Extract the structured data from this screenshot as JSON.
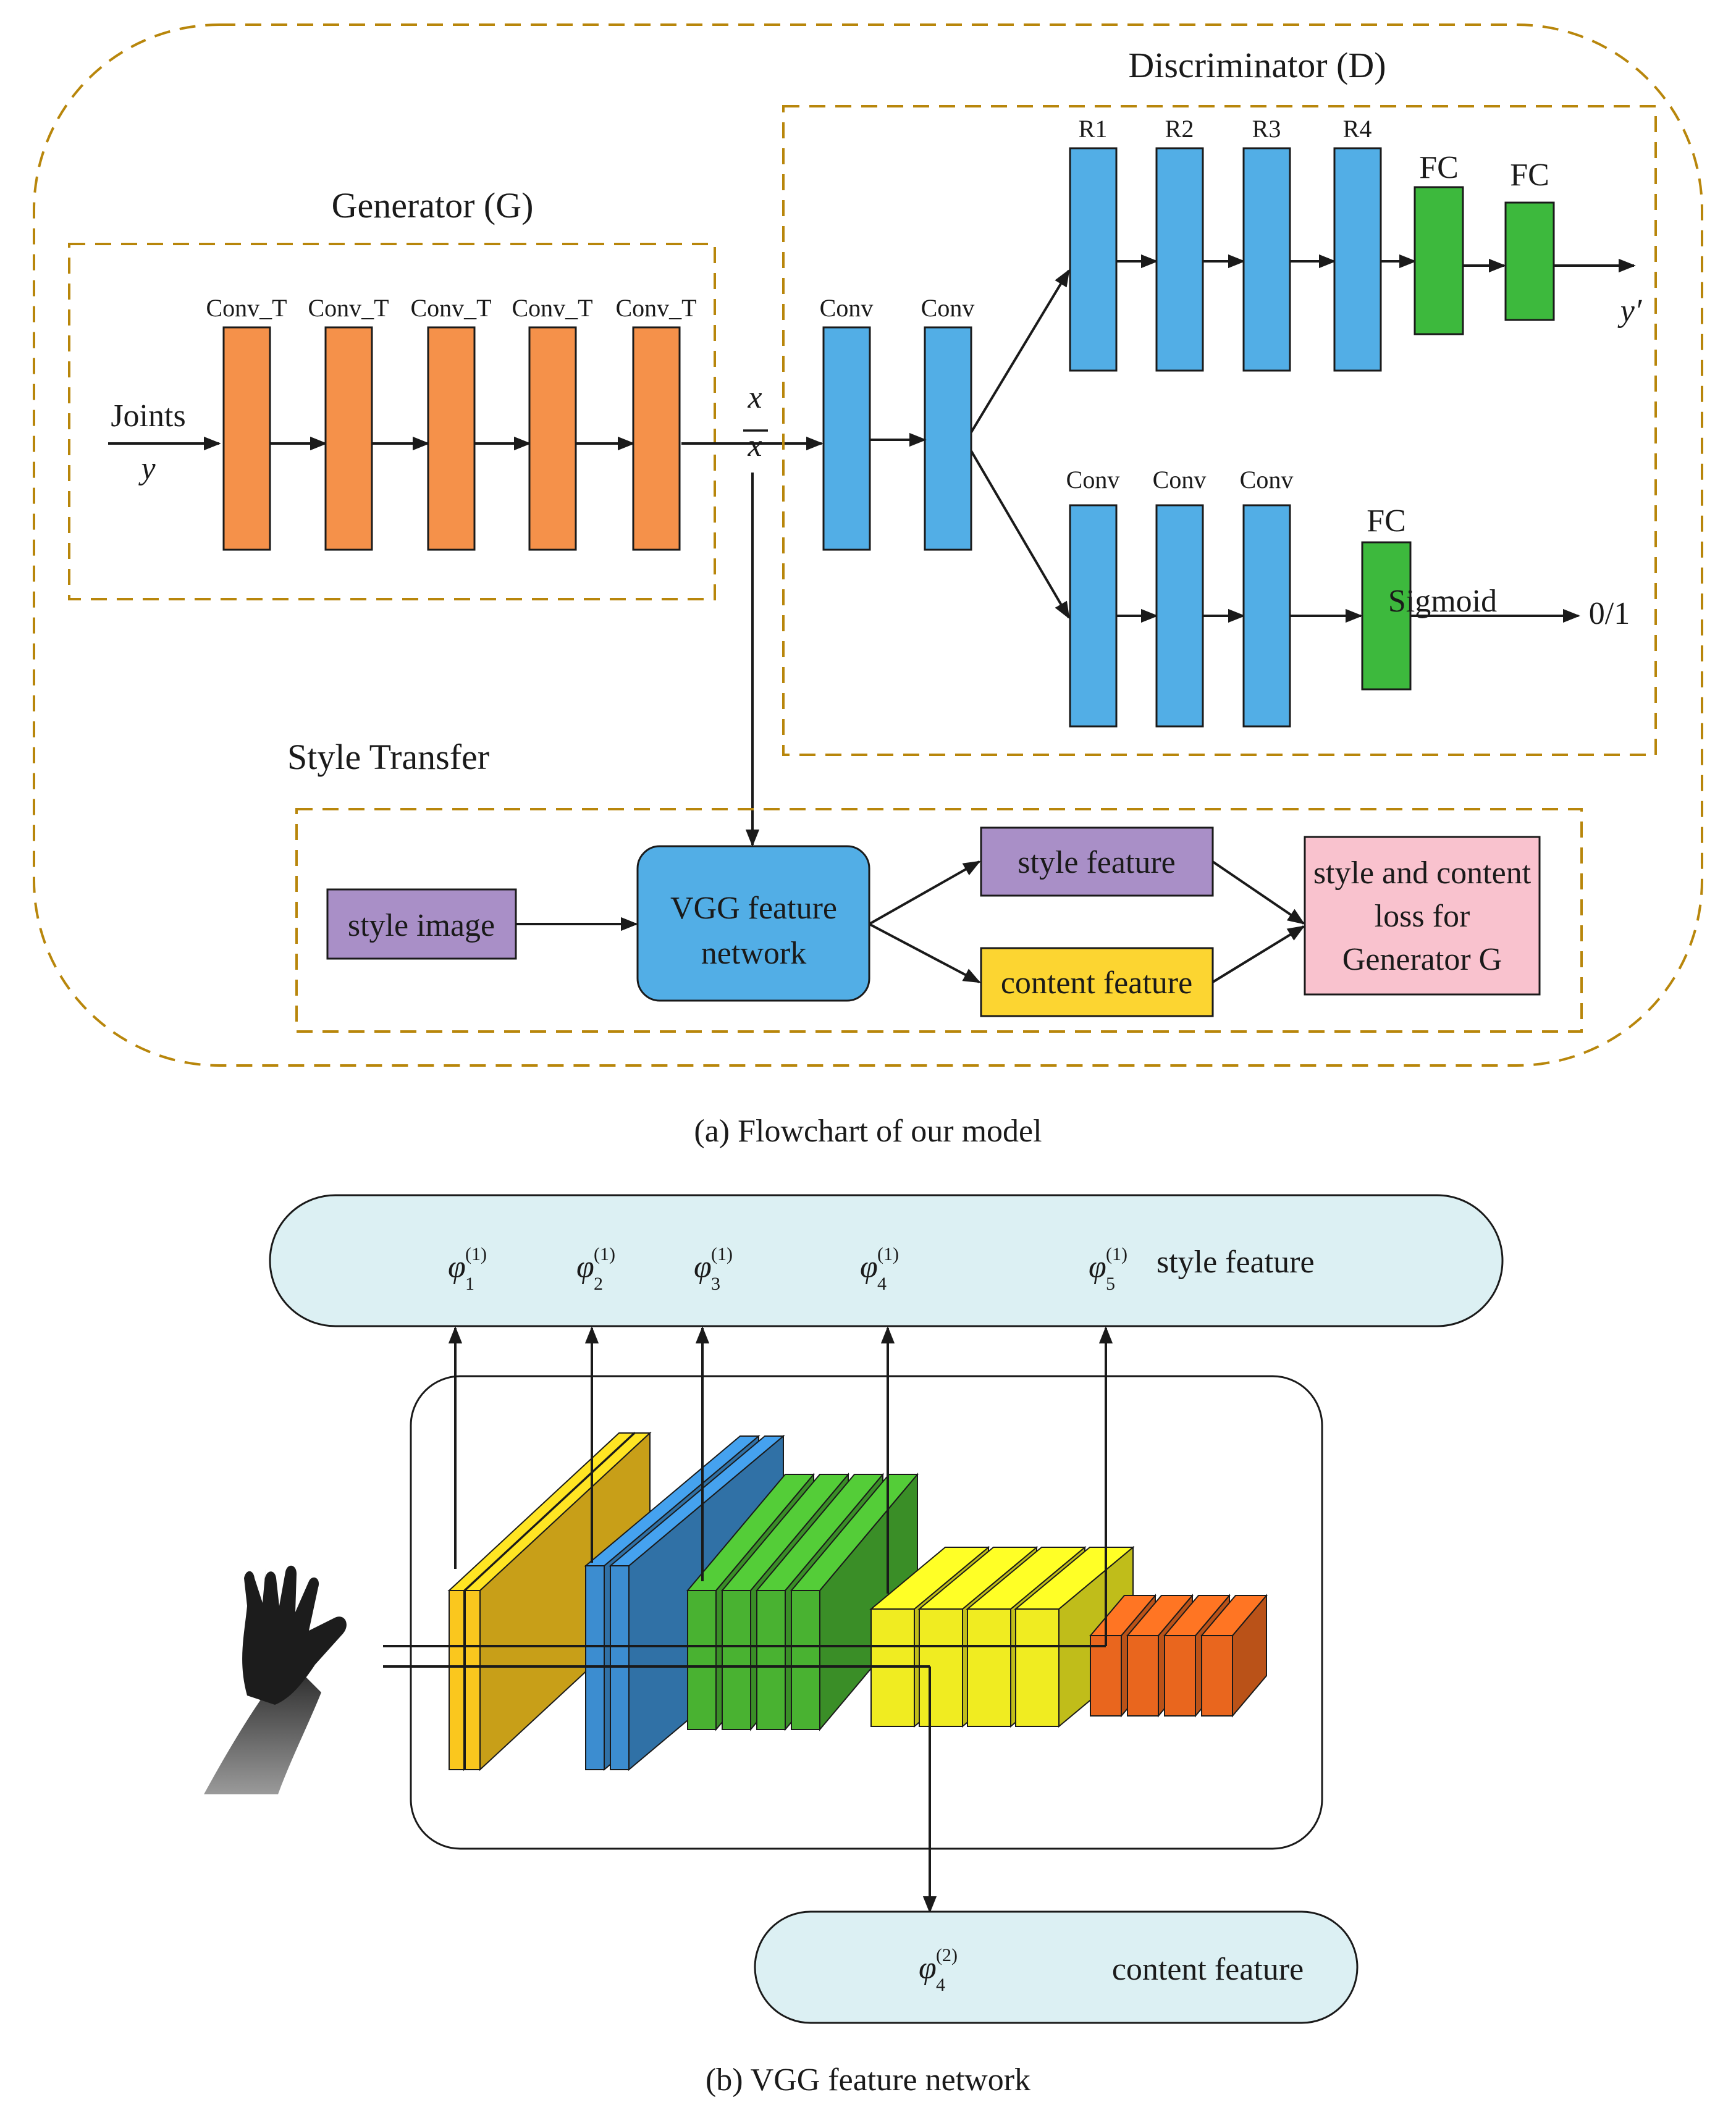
{
  "flowchart": {
    "caption": "(a) Flowchart of our model",
    "generator": {
      "title": "Generator (G)",
      "input_label": "Joints",
      "input_var": "y",
      "layers": [
        "Conv_T",
        "Conv_T",
        "Conv_T",
        "Conv_T",
        "Conv_T"
      ]
    },
    "signals": {
      "x": "x",
      "x_bar": "x"
    },
    "discriminator": {
      "title": "Discriminator (D)",
      "shared_convs": [
        "Conv",
        "Conv"
      ],
      "top_branch": {
        "layers": [
          "R1",
          "R2",
          "R3",
          "R4"
        ],
        "fc": [
          "FC",
          "FC"
        ],
        "output": "y′"
      },
      "bottom_branch": {
        "layers": [
          "Conv",
          "Conv",
          "Conv"
        ],
        "fc": "FC",
        "activation": "Sigmoid",
        "output": "0/1"
      }
    },
    "style_transfer": {
      "title": "Style Transfer",
      "style_image": "style image",
      "vgg": [
        "VGG feature",
        "network"
      ],
      "style_feature": "style feature",
      "content_feature": "content feature",
      "loss": [
        "style and content",
        "loss for",
        "Generator G"
      ]
    },
    "colors": {
      "generator": "#F5914A",
      "conv": "#52AEE6",
      "fc": "#3DB93D",
      "purple": "#A98FC7",
      "yellow": "#FCD531",
      "pink": "#F9C2CE",
      "dashed": "#B8860B"
    }
  },
  "vgg_network": {
    "caption": "(b) VGG feature network",
    "style_row": {
      "phis": [
        {
          "symbol": "φ",
          "sub": "1",
          "sup": "(1)"
        },
        {
          "symbol": "φ",
          "sub": "2",
          "sup": "(1)"
        },
        {
          "symbol": "φ",
          "sub": "3",
          "sup": "(1)"
        },
        {
          "symbol": "φ",
          "sub": "4",
          "sup": "(1)"
        },
        {
          "symbol": "φ",
          "sub": "5",
          "sup": "(1)"
        }
      ],
      "label": "style feature"
    },
    "content_row": {
      "phi": {
        "symbol": "φ",
        "sub": "4",
        "sup": "(2)"
      },
      "label": "content feature"
    },
    "blocks": [
      {
        "color": "#FAC71E",
        "count": 2
      },
      {
        "color": "#3C8DD0",
        "count": 2
      },
      {
        "color": "#49B231",
        "count": 4
      },
      {
        "color": "#F0EC21",
        "count": 4
      },
      {
        "color": "#E9661E",
        "count": 4
      }
    ],
    "colors": {
      "row_fill": "#DCF0F3",
      "hand": "#1c1c1c"
    }
  }
}
